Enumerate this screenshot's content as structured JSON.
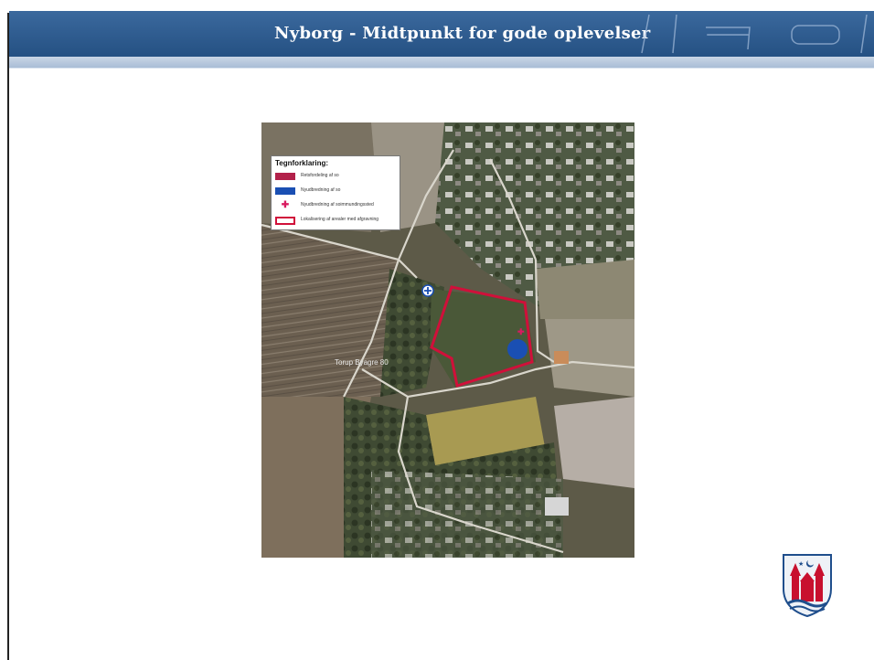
{
  "header": {
    "title": "Nyborg - Midtpunkt for gode oplevelser"
  },
  "map": {
    "legend": {
      "title": "Tegnforklaring:",
      "items": [
        {
          "swatch": "red-fill",
          "text": "Retsfordeling af so"
        },
        {
          "swatch": "blue-fill",
          "text": "Nyudbredning af so"
        },
        {
          "swatch": "cross",
          "text": "Nyudbredning af soimmundingssted"
        },
        {
          "swatch": "red-outline",
          "text": "Lokalisering af arealer med afgravning"
        }
      ]
    },
    "place_label": "Torup Byagre 80"
  },
  "colors": {
    "header": "#2a5c95",
    "band": "#b8c9de",
    "boundary": "#d0103a",
    "pond": "#1a4fb3"
  },
  "icons": [
    "plus-marker-icon",
    "nyborg-crest-icon"
  ]
}
